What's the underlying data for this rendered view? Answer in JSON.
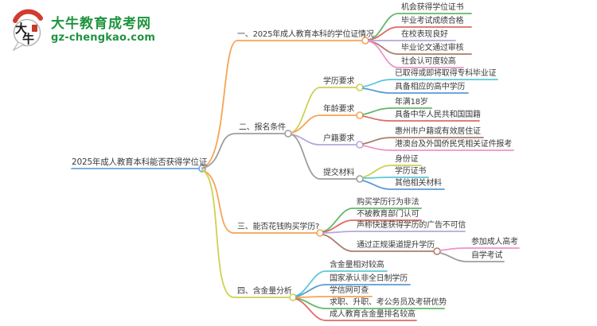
{
  "logo": {
    "title": "大牛教育成考网",
    "domain": "gz-chengkao.com",
    "icon_text_top": "大",
    "icon_text_bottom": "牛",
    "brand_green": "#1f9440",
    "accent_red": "#d23b2e"
  },
  "root": {
    "label": "2025年成人教育本科能否获得学位证",
    "color": "#68a4dc"
  },
  "branches": [
    {
      "label": "一、2025年成人教育本科的学位证情况",
      "color": "#f6a454",
      "children": [
        {
          "label": "机会获得学位证书",
          "color": "#62b96a"
        },
        {
          "label": "毕业考试成绩合格",
          "color": "#e06a65"
        },
        {
          "label": "在校表现良好",
          "color": "#b7a6dc"
        },
        {
          "label": "毕业论文通过审核",
          "color": "#a97f6f"
        },
        {
          "label": "社会认可度较高",
          "color": "#ee94c9"
        }
      ]
    },
    {
      "label": "二、报名条件",
      "color": "#9e9e9e",
      "children": [
        {
          "label": "学历要求",
          "color": "#ccd153",
          "children": [
            {
              "label": "已取得或即将取得专科毕业证",
              "color": "#5fc7d8"
            },
            {
              "label": "具备相应的高中学历",
              "color": "#5b9bd5"
            }
          ]
        },
        {
          "label": "年龄要求",
          "color": "#f6a454",
          "children": [
            {
              "label": "年满18岁",
              "color": "#62b96a"
            },
            {
              "label": "具备中华人民共和国国籍",
              "color": "#e06a65"
            }
          ]
        },
        {
          "label": "户籍要求",
          "color": "#b7a6dc",
          "children": [
            {
              "label": "惠州市户籍或有效居住证",
              "color": "#a97f6f"
            },
            {
              "label": "港澳台及外国侨民凭相关证件报考",
              "color": "#ee94c9"
            }
          ]
        },
        {
          "label": "提交材料",
          "color": "#9e9e9e",
          "children": [
            {
              "label": "身份证",
              "color": "#ccd153"
            },
            {
              "label": "学历证书",
              "color": "#5fc7d8"
            },
            {
              "label": "其他相关材料",
              "color": "#5b9bd5"
            }
          ]
        }
      ]
    },
    {
      "label": "三、能否花钱购买学历?",
      "color": "#f6a454",
      "children": [
        {
          "label": "购买学历行为非法",
          "color": "#62b96a"
        },
        {
          "label": "不被教育部门认可",
          "color": "#e06a65"
        },
        {
          "label": "声称快速获得学历的广告不可信",
          "color": "#b7a6dc"
        },
        {
          "label": "通过正规渠道提升学历",
          "color": "#a97f6f",
          "children": [
            {
              "label": "参加成人高考",
              "color": "#ee94c9"
            },
            {
              "label": "自学考试",
              "color": "#9e9e9e"
            }
          ]
        }
      ]
    },
    {
      "label": "四、含金量分析",
      "color": "#ccd153",
      "children": [
        {
          "label": "含金量相对较高",
          "color": "#5fc7d8"
        },
        {
          "label": "国家承认非全日制学历",
          "color": "#5b9bd5"
        },
        {
          "label": "学信网可查",
          "color": "#f6a454"
        },
        {
          "label": "求职、升职、考公务员及考研优势",
          "color": "#62b96a"
        },
        {
          "label": "成人教育含金量排名较高",
          "color": "#e06a65"
        }
      ]
    }
  ]
}
